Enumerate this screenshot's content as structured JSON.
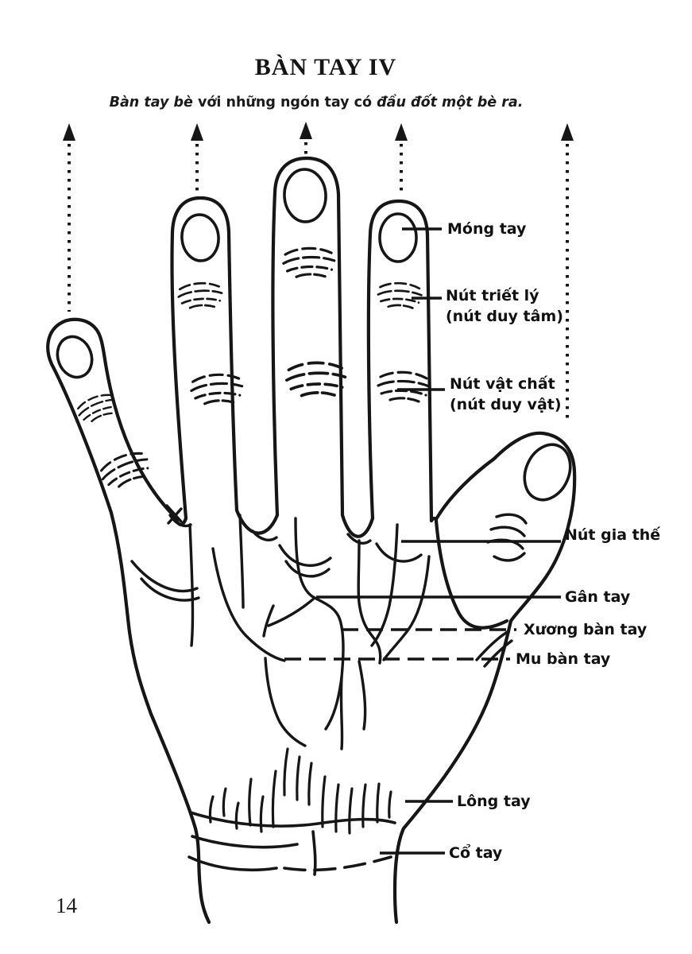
{
  "page": {
    "title": "BÀN TAY IV",
    "subtitle": {
      "lead": "Bàn tay bè",
      "middle": " với những ngón tay có ",
      "tail": "đầu đốt một bè ra."
    },
    "page_number": "14"
  },
  "diagram": {
    "subject": "back of a left hand, line drawing",
    "ink_color": "#161616",
    "paper_color": "#ffffff",
    "arrow_count": 5,
    "arrow_style": "dotted vertical arrows pointing up from each finger",
    "labels": [
      {
        "text": "Móng tay"
      },
      {
        "text": "Nút triết lý",
        "sub": "(nút duy tâm)"
      },
      {
        "text": "Nút vật chất",
        "sub": "(nút duy vật)"
      },
      {
        "text": "Nút gia thế"
      },
      {
        "text": "Gân tay"
      },
      {
        "text": "Xương bàn tay"
      },
      {
        "text": "Mu bàn tay"
      },
      {
        "text": "Lông tay"
      },
      {
        "text": "Cổ tay"
      }
    ]
  }
}
